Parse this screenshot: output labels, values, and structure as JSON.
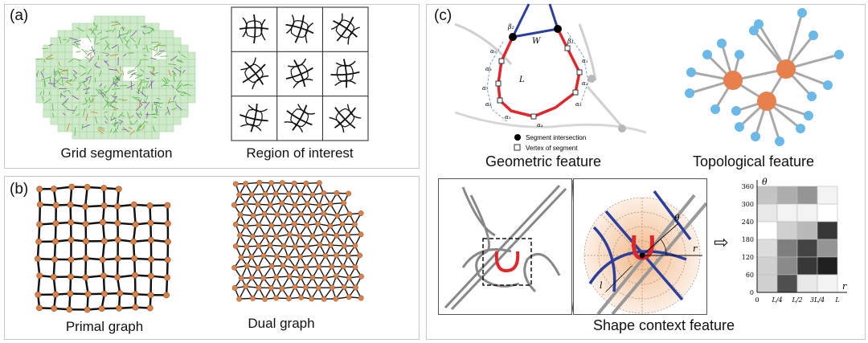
{
  "panel_a": {
    "label": "(a)",
    "caption_left": "Grid segmentation",
    "caption_right": "Region of interest"
  },
  "panel_b": {
    "label": "(b)",
    "caption_left": "Primal graph",
    "caption_right": "Dual graph"
  },
  "panel_c": {
    "label": "(c)",
    "geometric_caption": "Geometric feature",
    "topological_caption": "Topological feature",
    "shape_context_caption": "Shape context feature",
    "legend_intersection": "Segment intersection",
    "legend_vertex": "Vertex of segment",
    "symbol_W": "W",
    "symbol_L": "L",
    "symbol_beta1": "β₁",
    "symbol_beta2": "β₂",
    "alpha_labels": [
      "α₁",
      "α₂",
      "α₃",
      "α₄",
      "α₅",
      "α₆",
      "α₇",
      "α₈",
      "α₉"
    ],
    "polar_r": "r",
    "polar_theta": "θ",
    "polar_l": "l",
    "arrow": "⇨"
  },
  "colors": {
    "road_red": "#e0262b",
    "road_blue": "#2c3f9e",
    "node_orange": "#e6804d",
    "node_blue": "#6ab9e6",
    "grid_green": "#9fd49a",
    "primal_node": "#d9834b"
  },
  "chart_data": {
    "type": "heatmap",
    "ylabel": "θ",
    "xlabel": "r",
    "y_ticks": [
      "0",
      "60",
      "120",
      "180",
      "240",
      "300",
      "360"
    ],
    "x_ticks": [
      "0",
      "L/4",
      "L/2",
      "3L/4",
      "L"
    ],
    "rows_top_to_bottom": [
      [
        0.25,
        0.35,
        0.45,
        0.05
      ],
      [
        0.1,
        0.05,
        0.05,
        0.0
      ],
      [
        0.0,
        0.2,
        0.3,
        0.85
      ],
      [
        0.15,
        0.55,
        0.8,
        0.45
      ],
      [
        0.2,
        0.5,
        0.85,
        0.95
      ],
      [
        0.2,
        0.75,
        0.1,
        0.05
      ]
    ]
  }
}
